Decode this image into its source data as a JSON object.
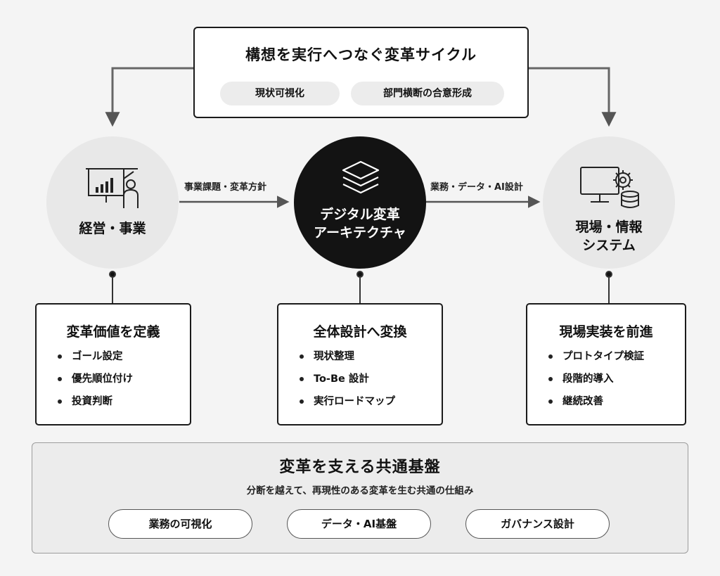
{
  "cycle": {
    "title": "構想を実行へつなぐ変革サイクル",
    "pills": [
      "現状可視化",
      "部門横断の合意形成"
    ]
  },
  "nodes": {
    "business": {
      "label": "経営・事業",
      "icon": "presentation-icon"
    },
    "architecture": {
      "line1": "デジタル変革",
      "line2": "アーキテクチャ",
      "icon": "layers-icon"
    },
    "systems": {
      "line1": "現場・情報",
      "line2": "システム",
      "icon": "computer-gear-database-icon"
    }
  },
  "edges": {
    "left": "事業課題・変革方針",
    "right": "業務・データ・AI設計"
  },
  "cards": [
    {
      "title": "変革価値を定義",
      "items": [
        "ゴール設定",
        "優先順位付け",
        "投資判断"
      ]
    },
    {
      "title": "全体設計へ変換",
      "items": [
        "現状整理",
        "To-Be 設計",
        "実行ロードマップ"
      ]
    },
    {
      "title": "現場実装を前進",
      "items": [
        "プロトタイプ検証",
        "段階的導入",
        "継続改善"
      ]
    }
  ],
  "foundation": {
    "title": "変革を支える共通基盤",
    "subtitle": "分断を越えて、再現性のある変革を生む共通の仕組み",
    "pills": [
      "業務の可視化",
      "データ・AI基盤",
      "ガバナンス設計"
    ]
  }
}
